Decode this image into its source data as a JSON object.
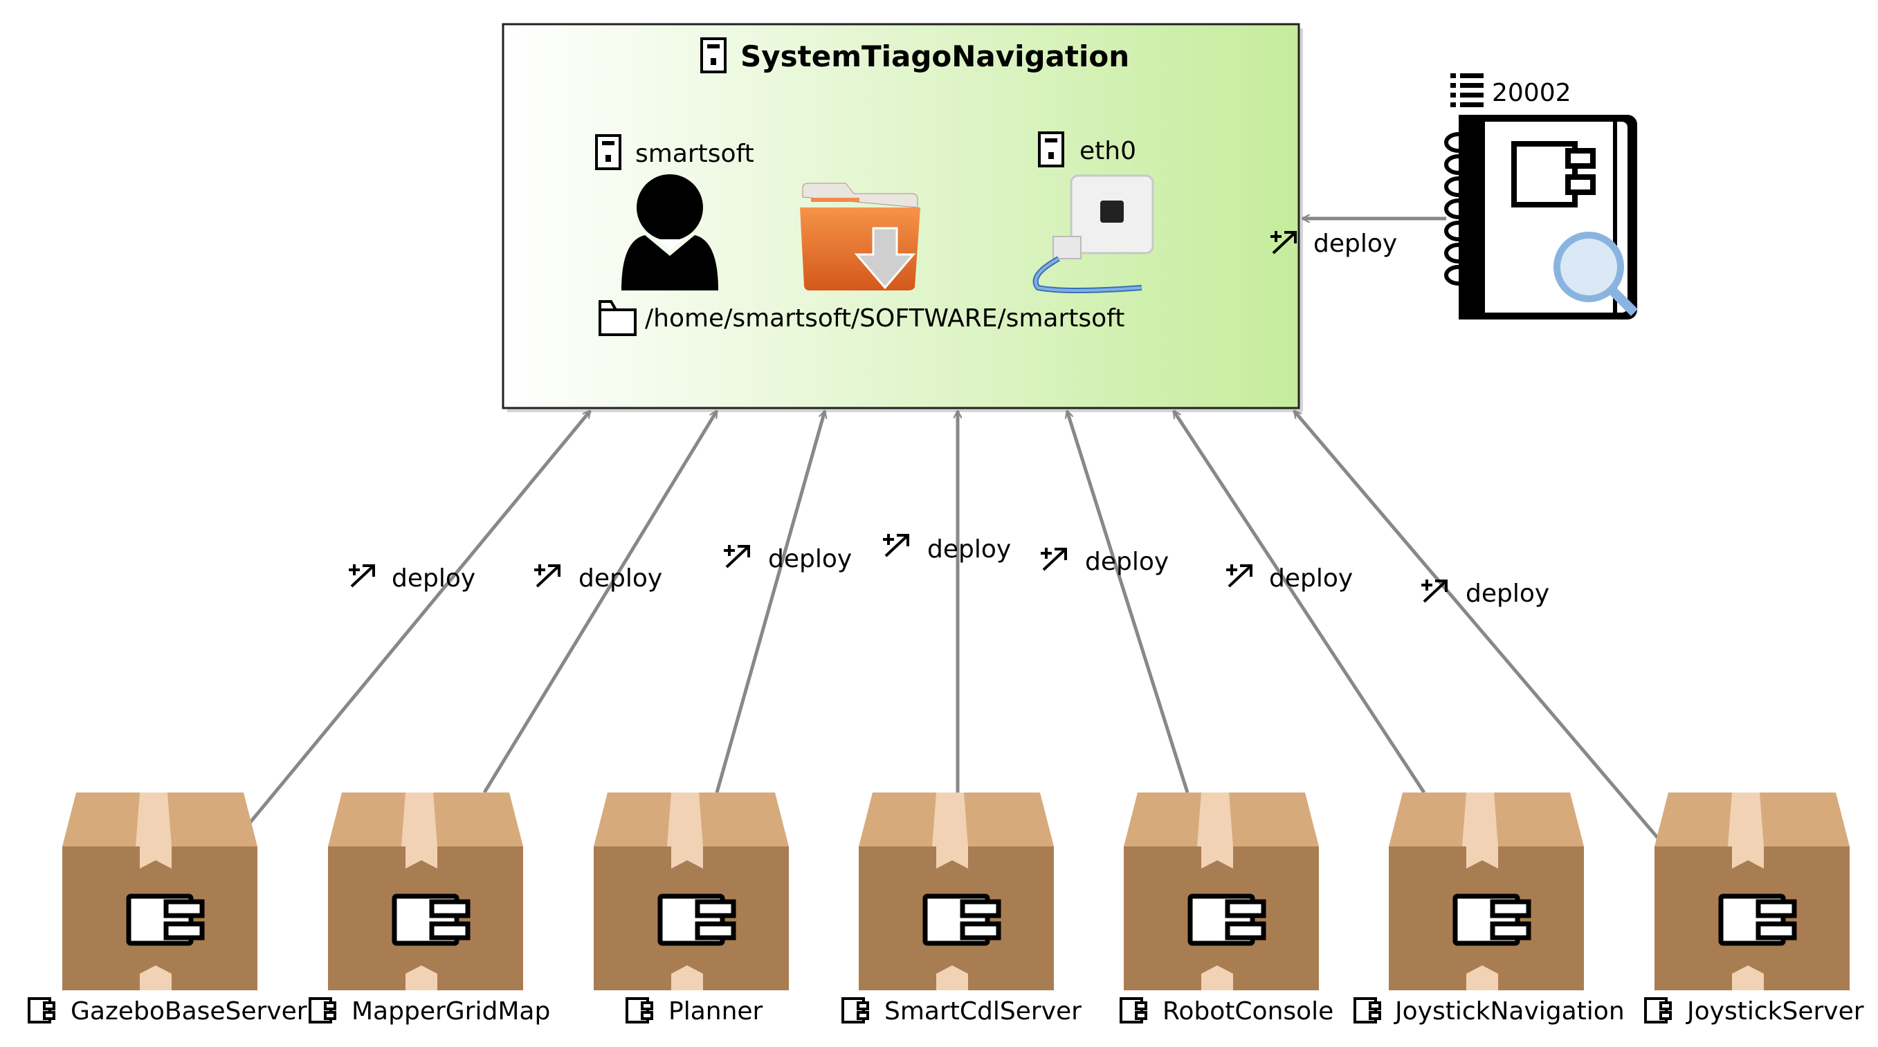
{
  "system": {
    "title": "SystemTiagoNavigation",
    "user": "smartsoft",
    "network": "eth0",
    "path": "/home/smartsoft/SOFTWARE/smartsoft"
  },
  "deploy_repo": {
    "port": "20002",
    "deploy_label": "deploy"
  },
  "components": [
    {
      "name": "GazeboBaseServer",
      "deploy_label": "deploy"
    },
    {
      "name": "MapperGridMap",
      "deploy_label": "deploy"
    },
    {
      "name": "Planner",
      "deploy_label": "deploy"
    },
    {
      "name": "SmartCdlServer",
      "deploy_label": "deploy"
    },
    {
      "name": "RobotConsole",
      "deploy_label": "deploy"
    },
    {
      "name": "JoystickNavigation",
      "deploy_label": "deploy"
    },
    {
      "name": "JoystickServer",
      "deploy_label": "deploy"
    }
  ],
  "colors": {
    "edge": "#888888",
    "box_gradient_start": "#ffffff",
    "box_gradient_end": "#c8eea0",
    "package_top": "#d4a97c",
    "package_body": "#a87c52",
    "package_tape": "#f0d2b4",
    "folder_orange": "#e06a22",
    "magnifier": "#8ab4e0"
  },
  "icons": {
    "title": "server-icon",
    "user": "user-icon",
    "network": "network-icon",
    "path": "folder-icon",
    "deploy": "deploy-icon",
    "port": "list-icon",
    "component": "component-icon"
  }
}
